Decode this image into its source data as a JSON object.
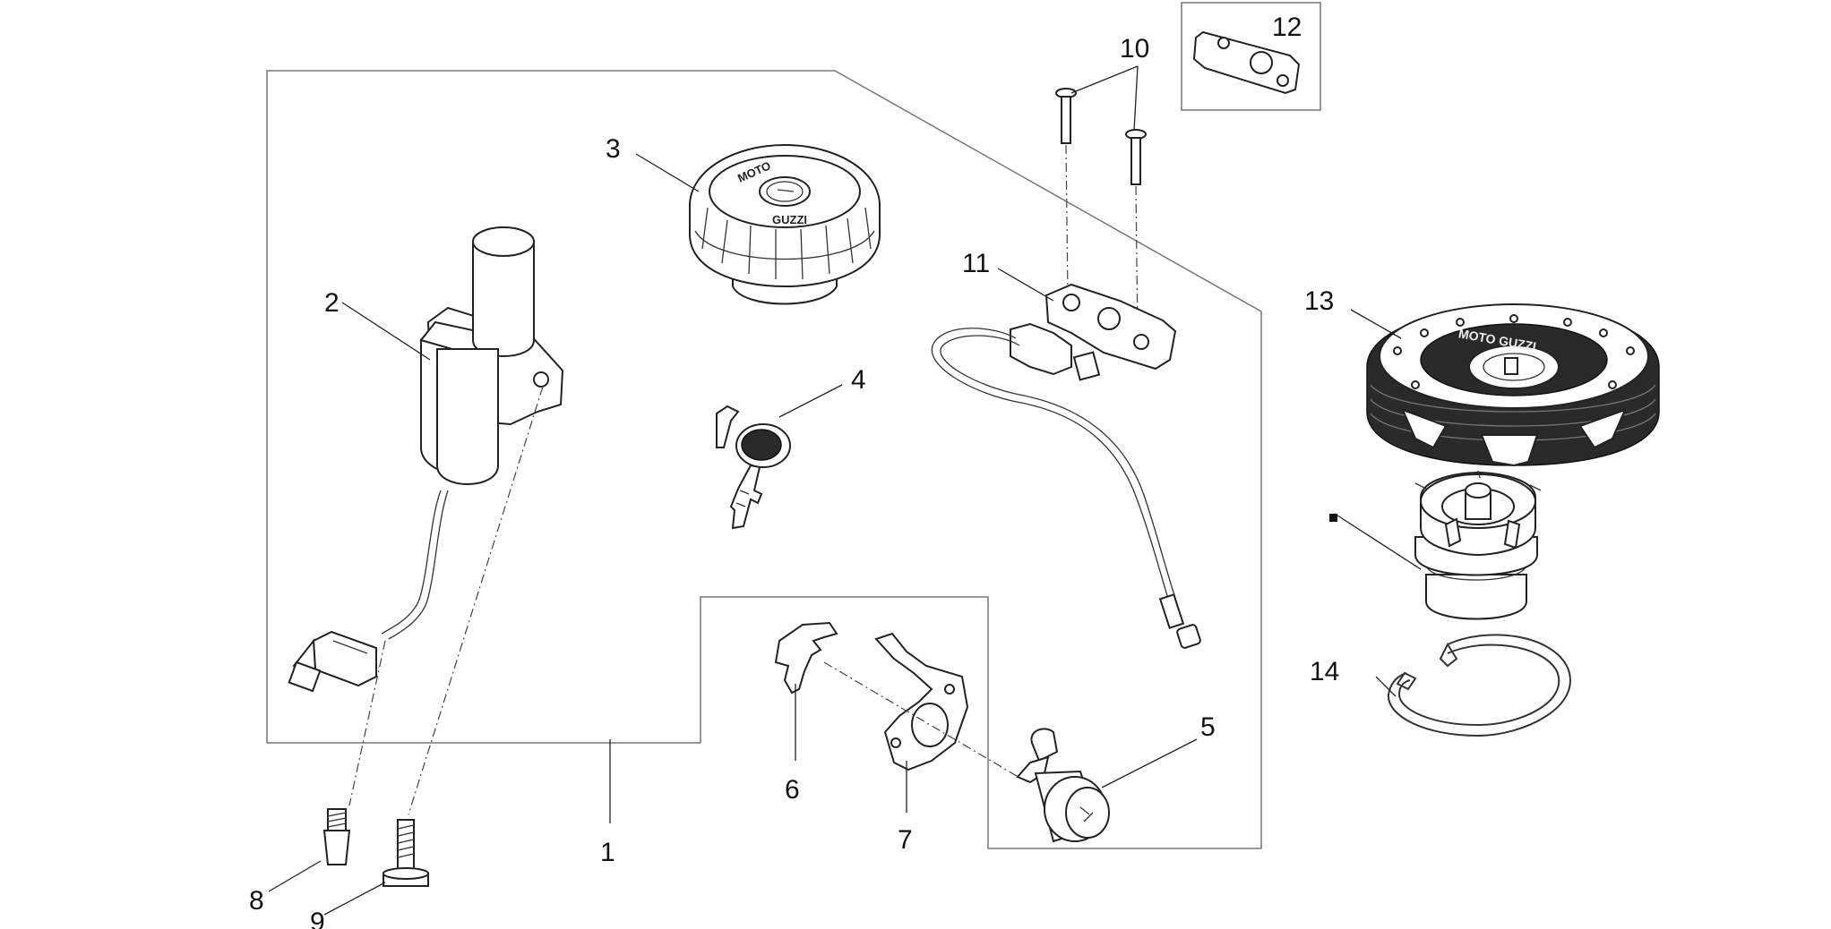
{
  "callouts": {
    "c1": "1",
    "c2": "2",
    "c3": "3",
    "c4": "4",
    "c5": "5",
    "c6": "6",
    "c7": "7",
    "c8": "8",
    "c9": "9",
    "c10": "10",
    "c11": "11",
    "c12": "12",
    "c13": "13",
    "c14": "14"
  },
  "logos": {
    "cap3_top": "MOTO",
    "cap3_bottom": "GUZZI",
    "cap13": "MOTO GUZZI"
  },
  "colors": {
    "line": "#222222",
    "frame": "#777777",
    "dark": "#2a2a2a"
  }
}
